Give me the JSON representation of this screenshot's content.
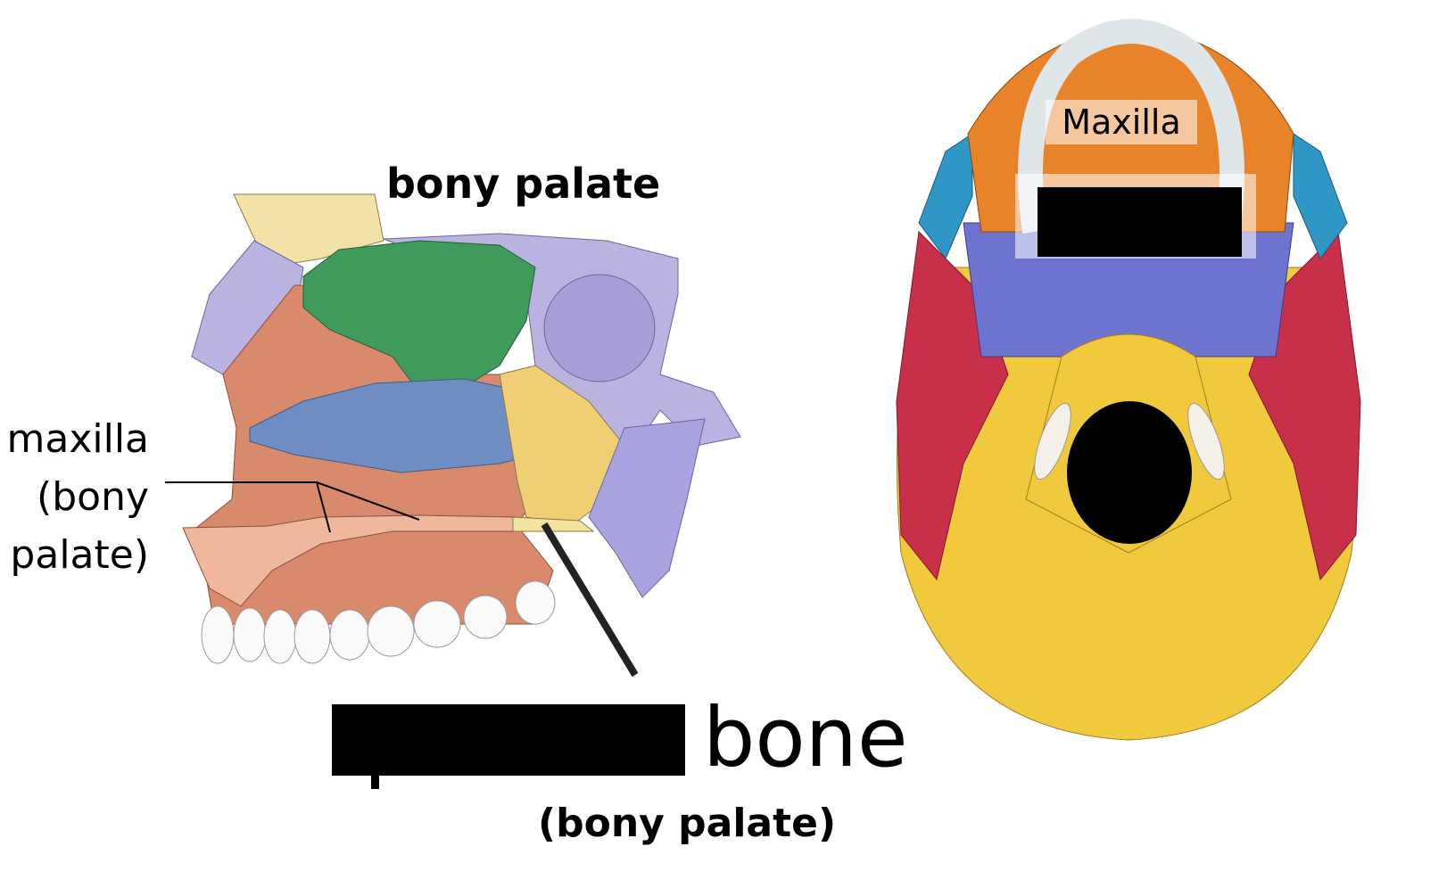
{
  "left_figure": {
    "title": "bony palate",
    "maxilla_label": [
      "maxilla",
      "(bony",
      "palate)"
    ],
    "bone_label": "bone",
    "bone_sublabel": "(bony palate)",
    "redacted": true
  },
  "right_figure": {
    "maxilla_label": "Maxilla",
    "redacted": true
  },
  "colors": {
    "maxilla": "#d9876a",
    "palatine": "#f3e3a0",
    "nasal_concha": "#3f9a5c",
    "inferior_concha": "#6f8fc4",
    "sphenoid": "#b9b3e3",
    "occipital": "#f0c93c",
    "temporal": "#c8304a",
    "zygomatic": "#2f97c6",
    "maxilla_inferior": "#e8832a",
    "redaction": "#000000"
  }
}
